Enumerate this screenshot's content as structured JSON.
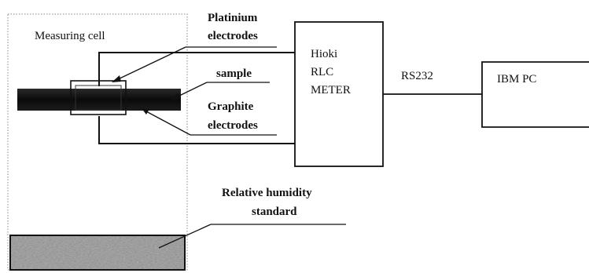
{
  "diagram": {
    "cell_label": "Measuring cell",
    "platinum_line1": "Platinium",
    "platinum_line2": "electrodes",
    "sample_label": "sample",
    "graphite_line1": "Graphite",
    "graphite_line2": "electrodes",
    "meter_line1": "Hioki",
    "meter_line2": "RLC",
    "meter_line3": "METER",
    "link_label": "RS232",
    "pc_label": "IBM PC",
    "humidity_line1": "Relative humidity",
    "humidity_line2": "standard"
  }
}
